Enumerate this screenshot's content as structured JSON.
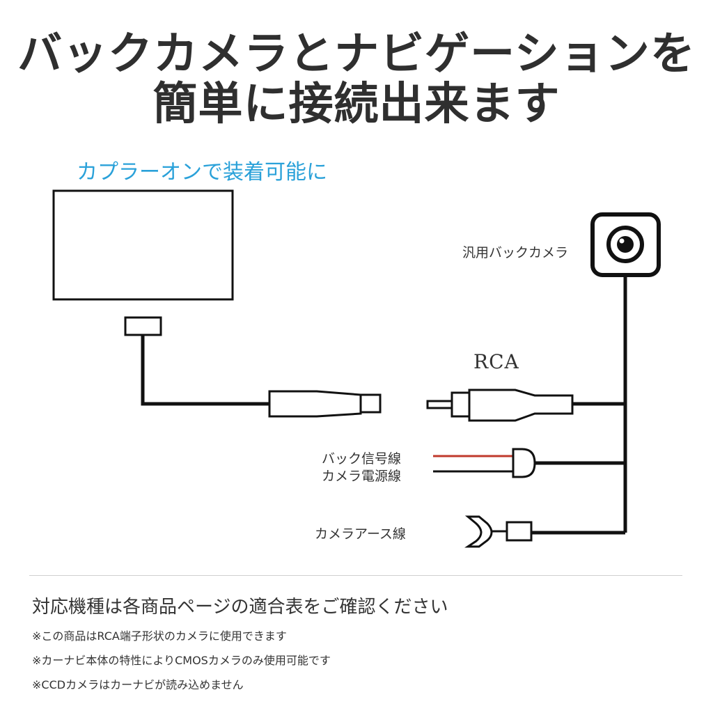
{
  "headline": {
    "line1": "バックカメラとナビゲーションを",
    "line2": "簡単に接続出来ます"
  },
  "subtitle": "カプラーオンで装着可能に",
  "labels": {
    "camera": "汎用バックカメラ",
    "rca": "RCA",
    "back_signal": "バック信号線",
    "camera_power": "カメラ電源線",
    "camera_ground": "カメラアース線"
  },
  "notes": {
    "heading": "対応機種は各商品ページの適合表をご確認ください",
    "items": [
      "※この商品はRCA端子形状のカメラに使用できます",
      "※カーナビ本体の特性によりCMOSカメラのみ使用可能です",
      "※CCDカメラはカーナビが読み込めません"
    ]
  },
  "colors": {
    "accent": "#2aa1d9",
    "signal_wire": "#c0392b",
    "line": "#111111"
  }
}
